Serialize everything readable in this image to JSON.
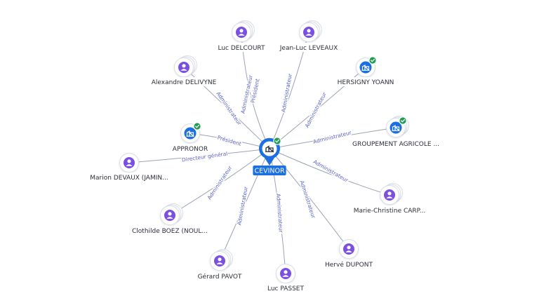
{
  "colors": {
    "person": "#7b4fe0",
    "company": "#1b6fe0",
    "check": "#1f9d55",
    "edge": "#9aa4b3",
    "edge_label": "#5b63c9"
  },
  "center": {
    "label": "CEVINOR",
    "icon": "building-icon",
    "verified": true
  },
  "nodes": [
    {
      "id": "luc-delcourt",
      "label": "Luc DELCOURT",
      "type": "person",
      "icon": "person-icon",
      "verified": false,
      "stack": true
    },
    {
      "id": "jean-luc-leveaux",
      "label": "Jean-Luc LEVEAUX",
      "type": "person",
      "icon": "person-icon",
      "verified": false,
      "stack": true
    },
    {
      "id": "alexandre-delivyne",
      "label": "Alexandre DELIVYNE",
      "type": "person",
      "icon": "person-icon",
      "verified": false,
      "stack": true
    },
    {
      "id": "hersigny-yoann",
      "label": "HERSIGNY YOANN",
      "type": "company",
      "icon": "building-icon",
      "verified": true,
      "stack": false
    },
    {
      "id": "appronor",
      "label": "APPRONOR",
      "type": "company",
      "icon": "building-icon",
      "verified": true,
      "stack": false
    },
    {
      "id": "groupement",
      "label": "GROUPEMENT AGRICOLE ...",
      "type": "company",
      "icon": "building-icon",
      "verified": true,
      "stack": true
    },
    {
      "id": "marion-devaux",
      "label": "Marion DEVAUX (JAMIN...",
      "type": "person",
      "icon": "person-icon",
      "verified": false,
      "stack": false
    },
    {
      "id": "clothilde-boez",
      "label": "Clothilde BOEZ (NOUL...",
      "type": "person",
      "icon": "person-icon",
      "verified": false,
      "stack": true
    },
    {
      "id": "marie-christine",
      "label": "Marie-Christine CARP...",
      "type": "person",
      "icon": "person-icon",
      "verified": false,
      "stack": true
    },
    {
      "id": "gerard-pavot",
      "label": "Gérard PAVOT",
      "type": "person",
      "icon": "person-icon",
      "verified": false,
      "stack": true
    },
    {
      "id": "herve-dupont",
      "label": "Hervé DUPONT",
      "type": "person",
      "icon": "person-icon",
      "verified": false,
      "stack": false
    },
    {
      "id": "luc-passet",
      "label": "Luc PASSET",
      "type": "person",
      "icon": "person-icon",
      "verified": false,
      "stack": false
    }
  ],
  "edges": [
    {
      "target": "luc-delcourt",
      "labels": [
        "Président",
        "Administrateur"
      ]
    },
    {
      "target": "jean-luc-leveaux",
      "labels": [
        "Administrateur"
      ]
    },
    {
      "target": "alexandre-delivyne",
      "labels": [
        "Administrateur"
      ]
    },
    {
      "target": "hersigny-yoann",
      "labels": [
        "Administrateur"
      ]
    },
    {
      "target": "appronor",
      "labels": [
        "Président"
      ]
    },
    {
      "target": "groupement",
      "labels": [
        "Administrateur"
      ]
    },
    {
      "target": "marion-devaux",
      "labels": [
        "Directeur général"
      ]
    },
    {
      "target": "clothilde-boez",
      "labels": [
        "Administrateur"
      ]
    },
    {
      "target": "marie-christine",
      "labels": [
        "Administrateur"
      ]
    },
    {
      "target": "gerard-pavot",
      "labels": [
        "Administrateur"
      ]
    },
    {
      "target": "herve-dupont",
      "labels": [
        "Administrateur"
      ]
    },
    {
      "target": "luc-passet",
      "labels": [
        "Administrateur"
      ]
    }
  ]
}
